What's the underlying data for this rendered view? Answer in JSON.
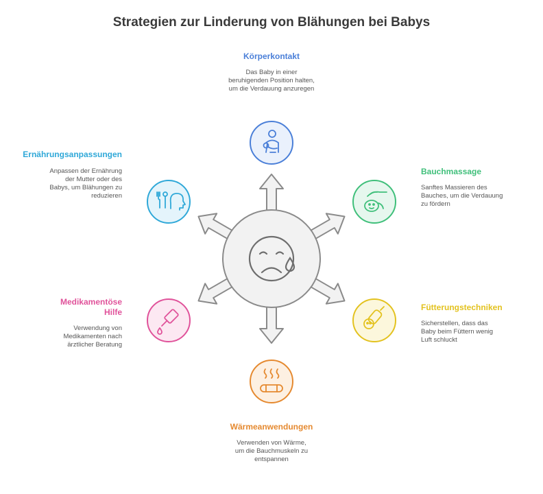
{
  "title": "Strategien zur Linderung von Blähungen bei Babys",
  "center": {
    "icon": "sad-face-with-tear-icon",
    "color": "#f2f2f2"
  },
  "items": [
    {
      "id": "koerperkontakt",
      "label": "Körperkontakt",
      "description": "Das Baby in einer beruhigenden Position halten, um die Verdauung anzuregen",
      "icon": "parent-holding-baby-icon",
      "color": "#4a7fd8",
      "fill": "#eaf1fc"
    },
    {
      "id": "bauchmassage",
      "label": "Bauchmassage",
      "description": "Sanftes Massieren des Bauches, um die Verdauung zu fördern",
      "icon": "hand-massaging-baby-icon",
      "color": "#3fbf7a",
      "fill": "#e6f7ee"
    },
    {
      "id": "fuetterung",
      "label": "Fütterungstechniken",
      "description": "Sicherstellen, dass das Baby beim Füttern wenig Luft schluckt",
      "icon": "baby-bottle-icon",
      "color": "#e3c21f",
      "fill": "#fcf7dc"
    },
    {
      "id": "waerme",
      "label": "Wärmeanwendungen",
      "description": "Verwenden von Wärme, um die Bauchmuskeln zu entspannen",
      "icon": "heat-wrap-icon",
      "color": "#e5892f",
      "fill": "#fdf0e2"
    },
    {
      "id": "medikamente",
      "label": "Medikamentöse Hilfe",
      "description": "Verwendung von Medikamenten nach ärztlicher Beratung",
      "icon": "medicine-dropper-icon",
      "color": "#e0529a",
      "fill": "#fce8f2"
    },
    {
      "id": "ernaehrung",
      "label": "Ernährungsanpassungen",
      "description": "Anpassen der Ernährung der Mutter oder des Babys, um Blähungen zu reduzieren",
      "icon": "head-with-cutlery-icon",
      "color": "#2fa8d8",
      "fill": "#e4f4fb"
    }
  ]
}
